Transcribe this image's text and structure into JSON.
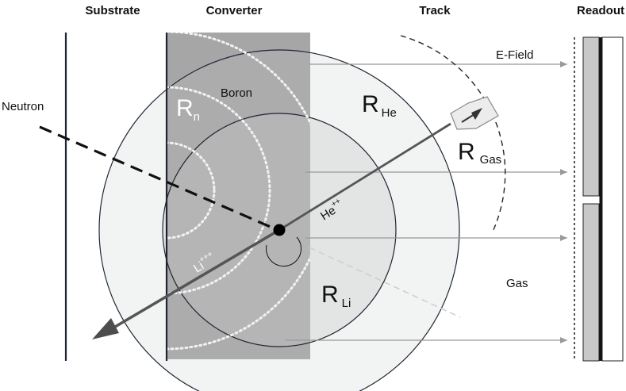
{
  "headers": {
    "substrate": "Substrate",
    "converter": "Converter",
    "track": "Track",
    "readout": "Readout"
  },
  "labels": {
    "neutron": "Neutron",
    "boron": "Boron",
    "e_field": "E-Field",
    "gas": "Gas",
    "r_symbol": "R",
    "r_n_sub": "n",
    "r_he_sub": "He",
    "r_gas_sub": "Gas",
    "r_li_sub": "Li",
    "he_ion": "He",
    "he_charge": "++",
    "li_ion": "Li",
    "li_charge": "+++"
  },
  "colors": {
    "converter_fill": "#a6a6a6",
    "track_fill_light": "#f2f3f3",
    "track_fill_mid": "#e3e4e4",
    "overlap_fill": "#b3b3b3",
    "circle_stroke": "#1f2533",
    "arrow_color": "#4d4d4d",
    "readout_pad": "#c8c8c8"
  }
}
